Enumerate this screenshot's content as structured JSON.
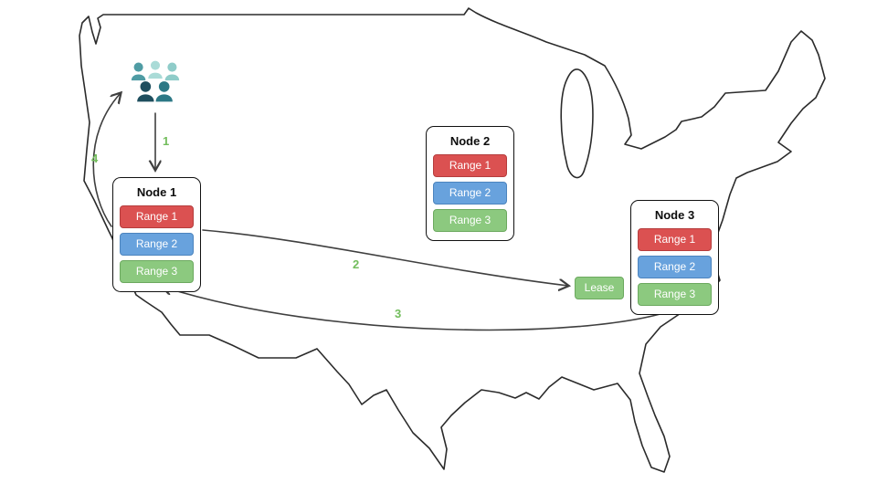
{
  "nodes": [
    {
      "title": "Node 1",
      "ranges": [
        "Range 1",
        "Range 2",
        "Range 3"
      ]
    },
    {
      "title": "Node 2",
      "ranges": [
        "Range 1",
        "Range 2",
        "Range 3"
      ]
    },
    {
      "title": "Node 3",
      "ranges": [
        "Range 1",
        "Range 2",
        "Range 3"
      ]
    }
  ],
  "lease": {
    "label": "Lease"
  },
  "arrows": [
    {
      "label": "1"
    },
    {
      "label": "2"
    },
    {
      "label": "3"
    },
    {
      "label": "4"
    }
  ],
  "icons": {
    "users": "users-group-icon"
  },
  "colors": {
    "range1": "#db5151",
    "range1_border": "#b53d3d",
    "range2": "#68a2dd",
    "range2_border": "#4c84be",
    "range3": "#8cc97f",
    "range3_border": "#6ca95f",
    "arrow_label": "#72bd5c",
    "arrow_line": "#3f3f3f",
    "map_line": "#2b2b2b"
  }
}
